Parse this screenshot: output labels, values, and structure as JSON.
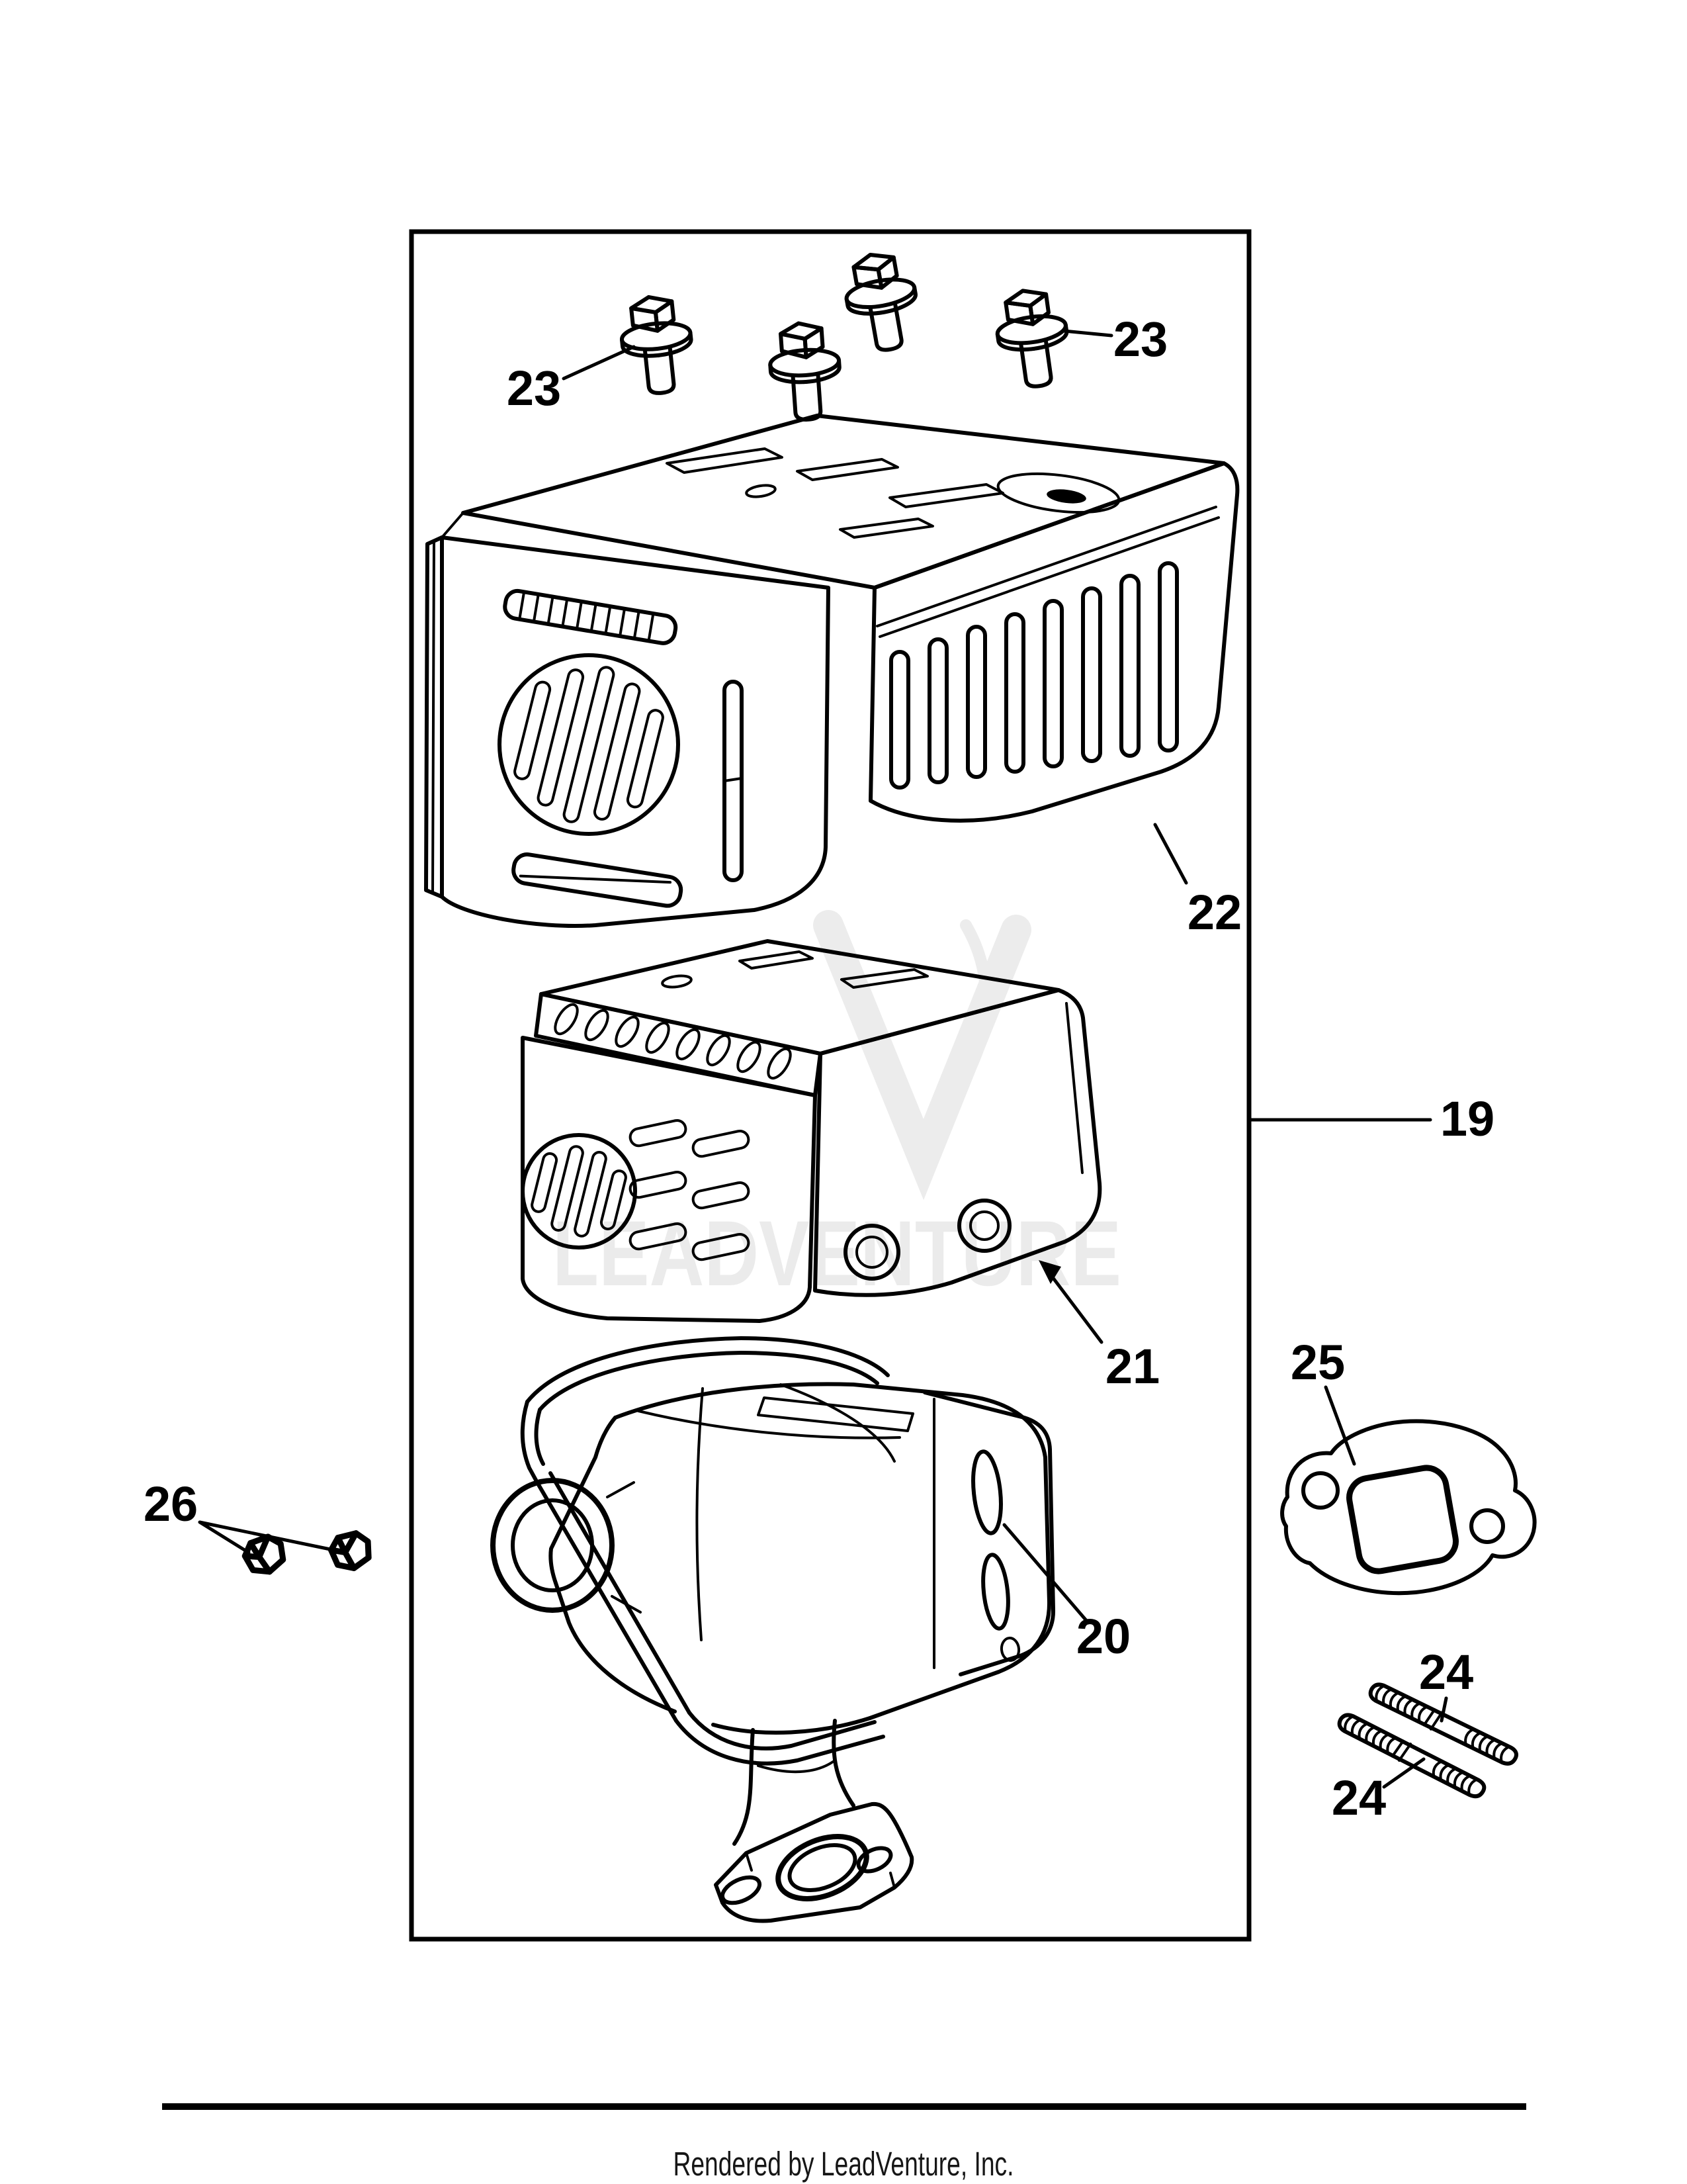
{
  "page": {
    "background": "#ffffff"
  },
  "diagram": {
    "border_color": "#000000",
    "line_color": "#000000",
    "callouts": {
      "c23_left": "23",
      "c23_right": "23",
      "c22": "22",
      "c19": "19",
      "c21": "21",
      "c25": "25",
      "c26": "26",
      "c20": "20",
      "c24_upper": "24",
      "c24_lower": "24"
    }
  },
  "watermark": {
    "text": "LEADVENTURE",
    "color": "#ebebeb"
  },
  "footer": {
    "text": "Rendered by LeadVenture, Inc."
  }
}
